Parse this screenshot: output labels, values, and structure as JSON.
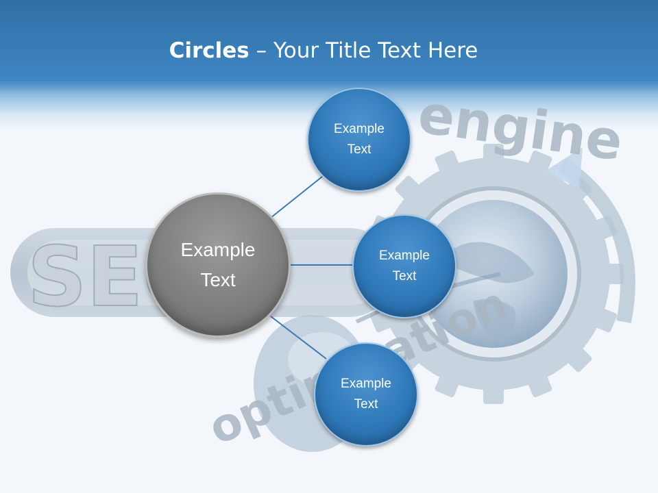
{
  "title": {
    "bold": "Circles",
    "rest": " – Your Title Text Here"
  },
  "center": {
    "label": "Example\nText"
  },
  "satellites": [
    {
      "label": "Example\nText"
    },
    {
      "label": "Example\nText"
    },
    {
      "label": "Example\nText"
    }
  ],
  "background_art": {
    "seo": "SEO",
    "engine": "engine",
    "optimization": "optimization"
  },
  "colors": {
    "header": "#3f86c3",
    "circle_blue": "#2f79b9",
    "circle_grey": "#7c7c7c",
    "connector": "#3a79b2",
    "art_grey": "#b8c4cf"
  }
}
